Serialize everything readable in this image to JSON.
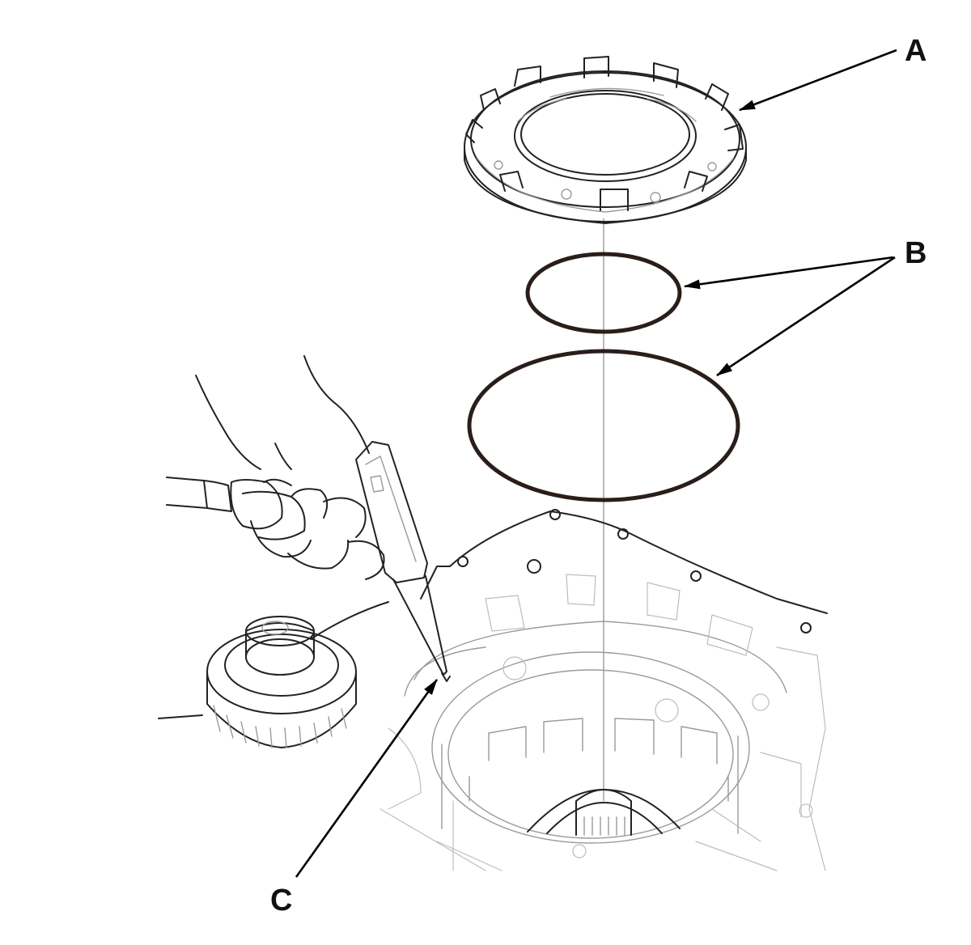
{
  "callouts": {
    "a": "A",
    "b": "B",
    "c": "C"
  },
  "colors": {
    "line": "#222222",
    "oring": "#2a1e1a",
    "leader": "#000000"
  }
}
